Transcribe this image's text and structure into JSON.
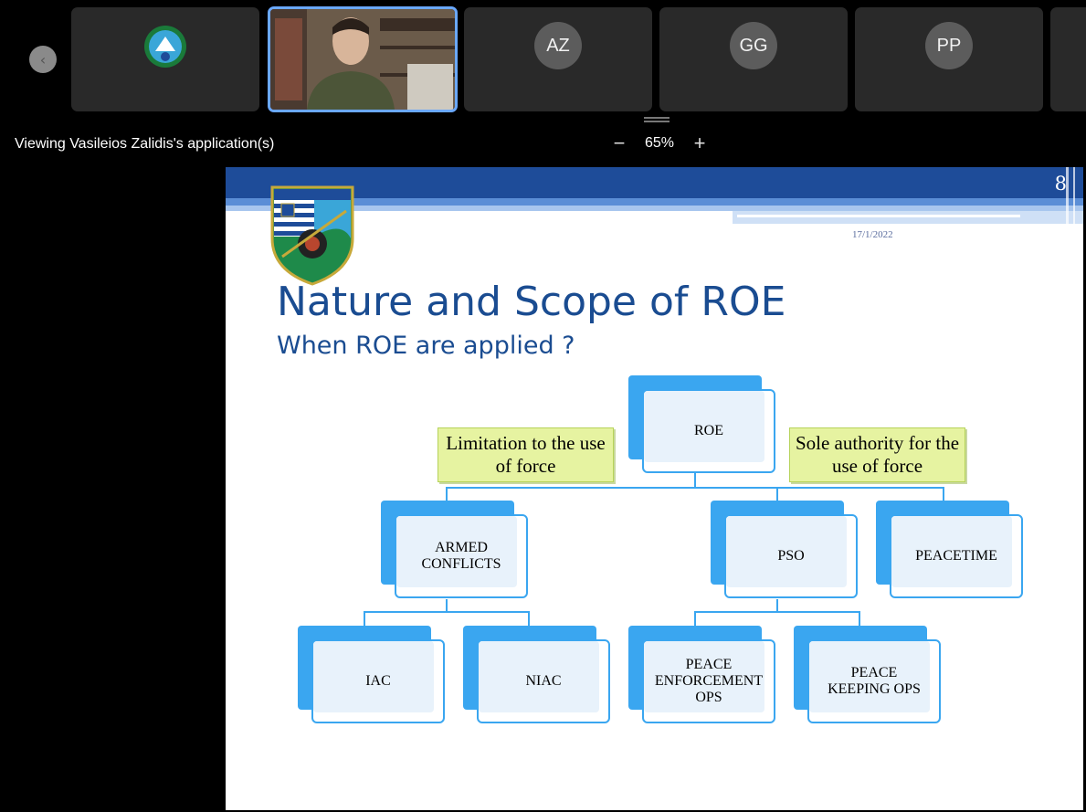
{
  "meeting": {
    "viewing_text": "Viewing Vasileios Zalidis's application(s)",
    "zoom": {
      "minus": "−",
      "level": "65%",
      "plus": "+"
    },
    "participants": [
      {
        "type": "logo",
        "icon": "emblem-logo"
      },
      {
        "type": "video",
        "icon": "speaker-video"
      },
      {
        "type": "avatar",
        "initials": "AZ"
      },
      {
        "type": "avatar",
        "initials": "GG"
      },
      {
        "type": "avatar",
        "initials": "PP"
      }
    ],
    "prev_icon": "‹"
  },
  "slide": {
    "number": "8",
    "date": "17/1/2022",
    "title": "Nature and Scope of ROE",
    "subtitle": "When ROE are applied ?",
    "callouts": {
      "left": "Limitation to the use of force",
      "right": "Sole authority for the use of force"
    },
    "nodes": {
      "roe": "ROE",
      "armed": "ARMED\nCONFLICTS",
      "pso": "PSO",
      "peacetime": "PEACETIME",
      "iac": "IAC",
      "niac": "NIAC",
      "peace_enf": "PEACE\nENFORCEMENT\nOPS",
      "peace_keep": "PEACE\nKEEPING OPS"
    },
    "colors": {
      "node_blue": "#3aa6f0",
      "title_blue": "#1a4c91",
      "callout_green": "#e6f3a1"
    }
  }
}
